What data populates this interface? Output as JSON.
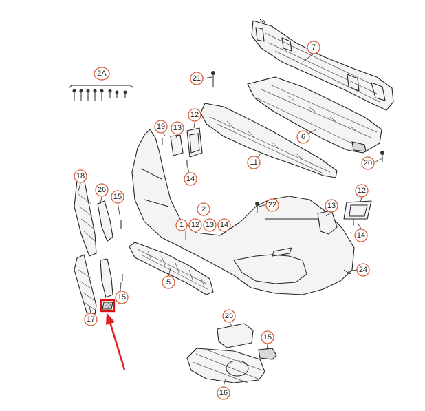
{
  "callouts": [
    {
      "id": "7",
      "label": "7"
    },
    {
      "id": "2A",
      "label": "2A"
    },
    {
      "id": "21",
      "label": "21"
    },
    {
      "id": "12a",
      "label": "12"
    },
    {
      "id": "19",
      "label": "19"
    },
    {
      "id": "13a",
      "label": "13"
    },
    {
      "id": "6",
      "label": "6"
    },
    {
      "id": "11",
      "label": "11"
    },
    {
      "id": "20",
      "label": "20"
    },
    {
      "id": "14a",
      "label": "14"
    },
    {
      "id": "18",
      "label": "18"
    },
    {
      "id": "26",
      "label": "26"
    },
    {
      "id": "15a",
      "label": "15"
    },
    {
      "id": "2",
      "label": "2"
    },
    {
      "id": "1",
      "label": "1"
    },
    {
      "id": "12b",
      "label": "12"
    },
    {
      "id": "13b",
      "label": "13"
    },
    {
      "id": "14b",
      "label": "14"
    },
    {
      "id": "22",
      "label": "22"
    },
    {
      "id": "13c",
      "label": "13"
    },
    {
      "id": "12c",
      "label": "12"
    },
    {
      "id": "14c",
      "label": "14"
    },
    {
      "id": "5",
      "label": "5"
    },
    {
      "id": "24",
      "label": "24"
    },
    {
      "id": "15b",
      "label": "15"
    },
    {
      "id": "17",
      "label": "17"
    },
    {
      "id": "25",
      "label": "25"
    },
    {
      "id": "15c",
      "label": "15"
    },
    {
      "id": "16",
      "label": "16"
    }
  ],
  "highlight": {
    "color": "#e01010"
  },
  "colors": {
    "callout_ring": "#d9603a",
    "arrow": "#e02020",
    "line": "#222222"
  }
}
